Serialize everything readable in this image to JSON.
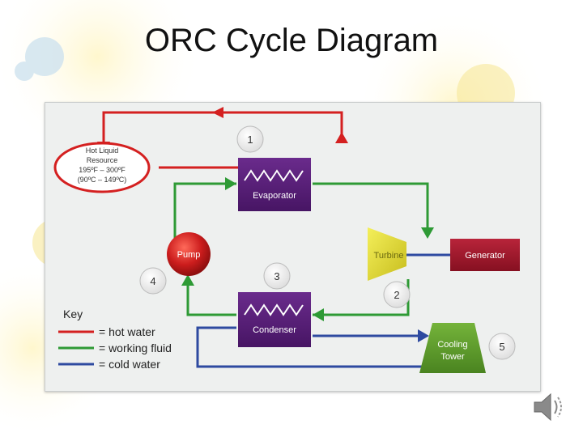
{
  "title": "ORC Cycle Diagram",
  "colors": {
    "hot_water": "#d42020",
    "working_fluid": "#2e9a35",
    "cold_water": "#2e4aa0",
    "heat_exchanger": "#5a1f7a",
    "pump": "#c81c1c",
    "turbine": "#e8e23a",
    "generator": "#a3172c",
    "cooling_tower": "#5f9e2b"
  },
  "resource": {
    "line1": "Hot Liquid",
    "line2": "Resource",
    "line3": "195ºF – 300ºF",
    "line4": "(90ºC – 149ºC)"
  },
  "components": {
    "evaporator": "Evaporator",
    "condenser": "Condenser",
    "pump": "Pump",
    "turbine": "Turbine",
    "generator": "Generator",
    "cooling_tower_line1": "Cooling",
    "cooling_tower_line2": "Tower"
  },
  "steps": [
    "1",
    "2",
    "3",
    "4",
    "5"
  ],
  "key": {
    "title": "Key",
    "items": [
      {
        "label": "= hot water",
        "color": "#d42020"
      },
      {
        "label": "= working fluid",
        "color": "#2e9a35"
      },
      {
        "label": "= cold water",
        "color": "#2e4aa0"
      }
    ]
  },
  "icons": {
    "audio": "speaker-icon",
    "background": "gear-icon"
  }
}
